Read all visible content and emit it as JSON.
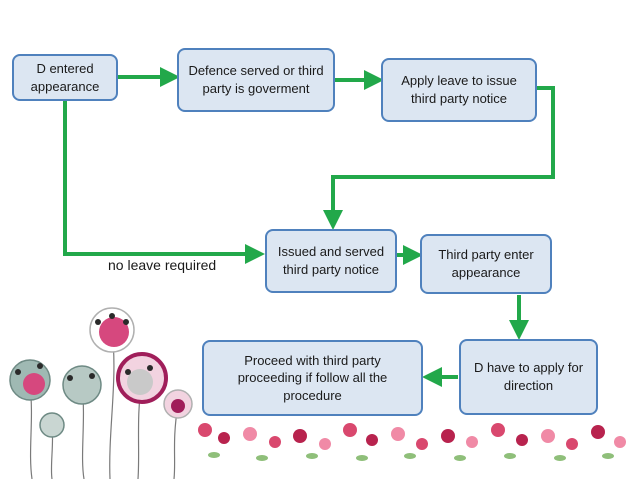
{
  "nodes": {
    "d_entered": "D entered appearance",
    "defence_served": "Defence served or third party is goverment",
    "apply_leave": "Apply leave to issue third party notice",
    "issued_served": "Issued and served third party notice",
    "third_party_enter": "Third party enter appearance",
    "d_apply_direction": "D have to apply for direction",
    "proceed": "Proceed with third party proceeding if follow all the procedure"
  },
  "labels": {
    "no_leave": "no leave required"
  },
  "colors": {
    "arrow": "#22a84a",
    "box_fill": "#dce6f2",
    "box_border": "#4f81bd"
  }
}
